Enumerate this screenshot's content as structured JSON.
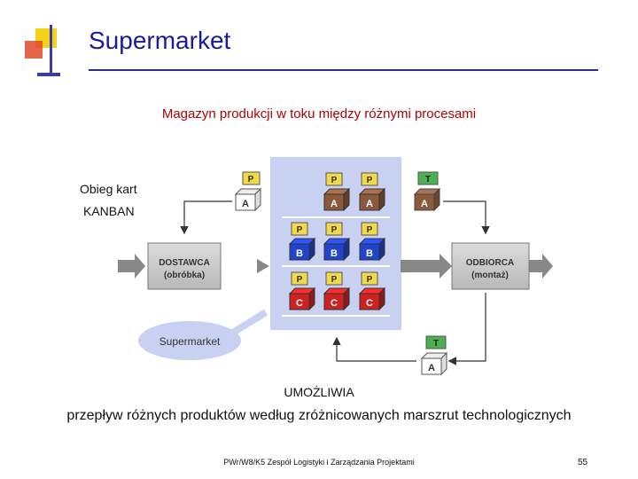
{
  "header": {
    "title": "Supermarket"
  },
  "subtitle": "Magazyn produkcji w toku między różnymi procesami",
  "kanban_label": {
    "line1": "Obieg kart",
    "line2": "KANBAN"
  },
  "diagram": {
    "supplier": {
      "name": "DOSTAWCA",
      "sub": "(obróbka)"
    },
    "customer": {
      "name": "ODBIORCA",
      "sub": "(montaż)"
    },
    "callout": "Supermarket",
    "card_p": "P",
    "card_t": "T",
    "item_a": "A",
    "item_b": "B",
    "item_c": "C",
    "colors": {
      "box_a": "#8b5a3c",
      "box_b": "#2244cc",
      "box_c": "#cc2222",
      "card_p": "#f2d94a",
      "card_t": "#4caf50"
    }
  },
  "enables": "UMOŻLIWIA",
  "flow_text": "przepływ różnych produktów według zróżnicowanych marszrut technologicznych",
  "footer": {
    "text": "PWr/W8/K5   Zespół Logistyki i Zarządzania Projektami",
    "page": "55"
  }
}
